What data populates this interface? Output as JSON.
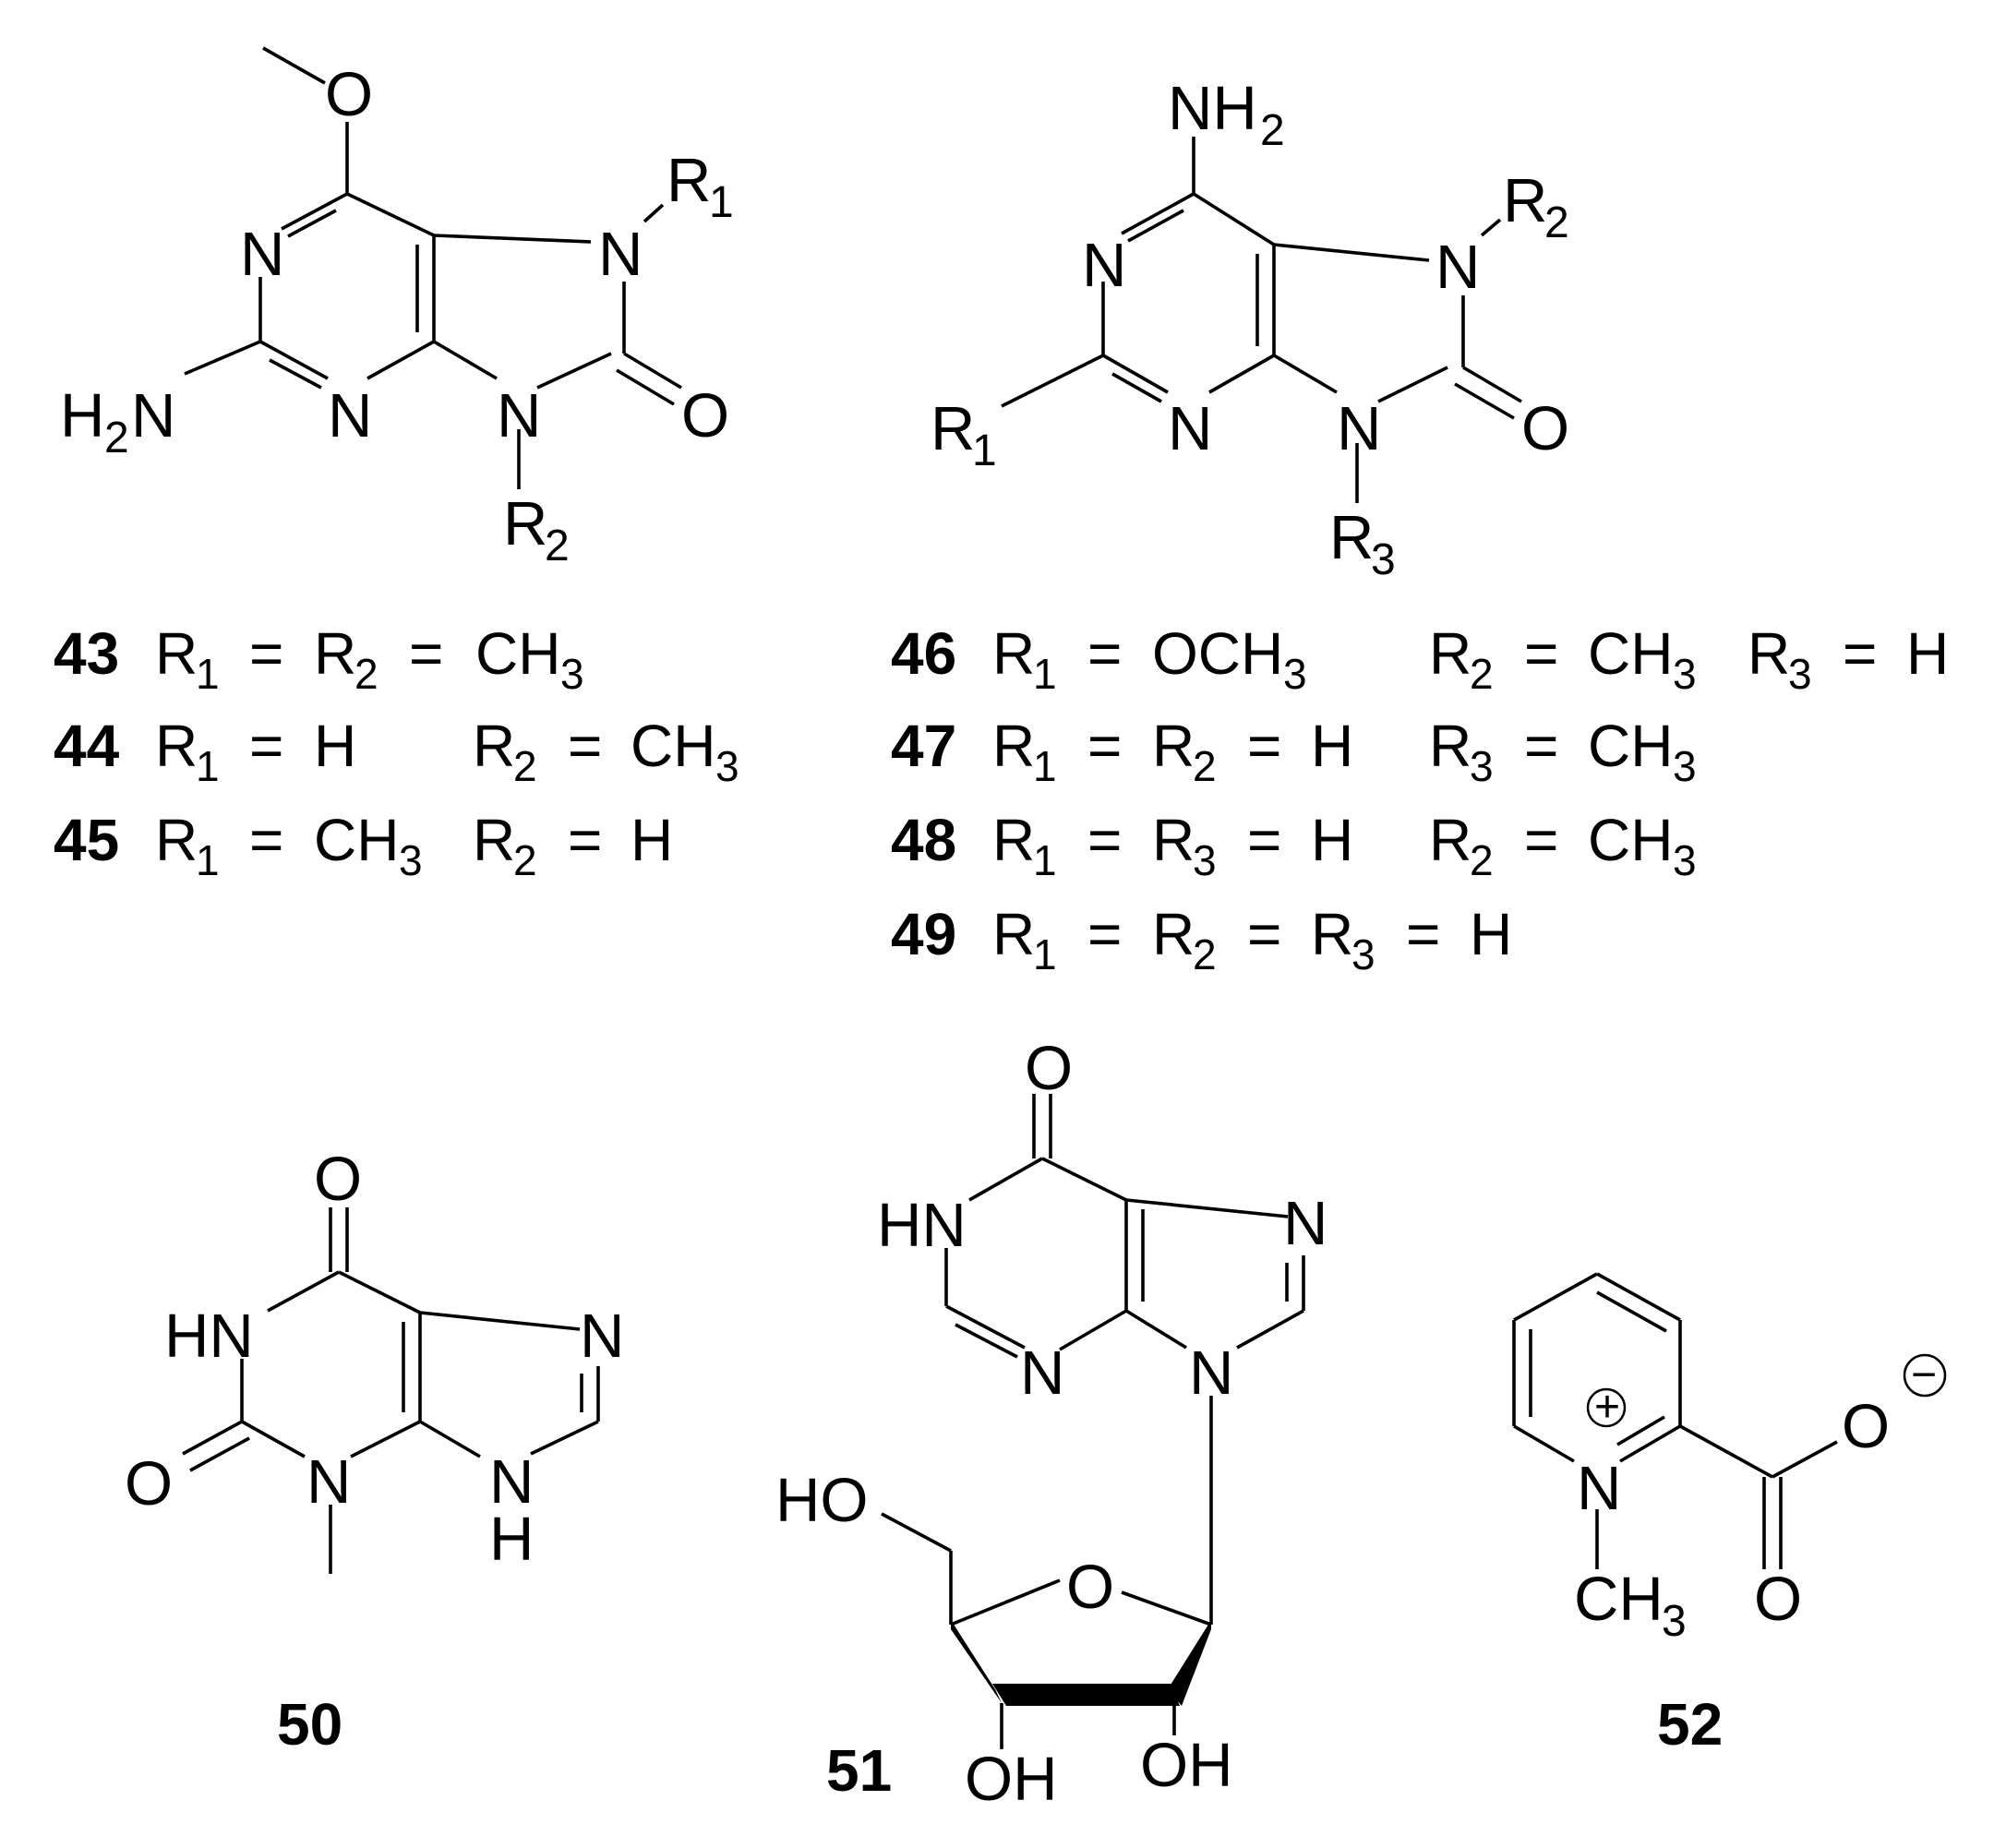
{
  "compounds": {
    "c43": {
      "number": "43"
    },
    "c44": {
      "number": "44"
    },
    "c45": {
      "number": "45"
    },
    "c46": {
      "number": "46"
    },
    "c47": {
      "number": "47"
    },
    "c48": {
      "number": "48"
    },
    "c49": {
      "number": "49"
    },
    "c50": {
      "number": "50"
    },
    "c51": {
      "number": "51"
    },
    "c52": {
      "number": "52"
    }
  },
  "atoms": {
    "O": "O",
    "N": "N",
    "HN": "HN",
    "H": "H",
    "HO": "HO",
    "OH": "OH",
    "NH": "NH",
    "H2N_H": "H",
    "H2N_2": "2",
    "H2N_N": "N",
    "R": "R",
    "sub1": "1",
    "sub2": "2",
    "sub3": "3",
    "CH": "CH",
    "three": "3",
    "plus": "+",
    "minus": "−"
  },
  "text": {
    "eq": "=",
    "H": "H",
    "OCH": "OCH",
    "CH": "CH",
    "R": "R",
    "s1": "1",
    "s2": "2",
    "s3": "3"
  }
}
